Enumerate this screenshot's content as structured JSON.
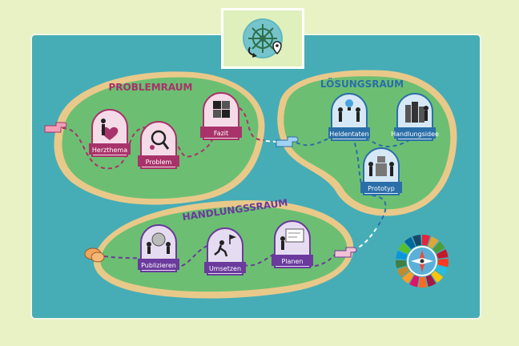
{
  "colors": {
    "background": "#e8f2c4",
    "sea": "#46adb6",
    "island": "#6cbf72",
    "sand": "#e9c98a",
    "problem_accent": "#a8336a",
    "loesung_accent": "#2b6ea8",
    "handlung_accent": "#6a3a9c"
  },
  "header": {
    "icon": "compass-rose-icon"
  },
  "islands": [
    {
      "title": "PROBLEMRAUM",
      "stations": [
        {
          "label": "Herzthema",
          "icon": "heart-person-icon"
        },
        {
          "label": "Problem",
          "icon": "magnifier-icon"
        },
        {
          "label": "Fazit",
          "icon": "puzzle-icon"
        }
      ]
    },
    {
      "title": "LÖSUNGSRAUM",
      "stations": [
        {
          "label": "Heldentaten",
          "icon": "lightbulb-people-icon"
        },
        {
          "label": "Handlungsidee",
          "icon": "city-walker-icon"
        },
        {
          "label": "Prototyp",
          "icon": "robot-people-icon"
        }
      ]
    },
    {
      "title": "HANDLUNGSSRAUM",
      "stations": [
        {
          "label": "Publizieren",
          "icon": "globe-people-icon"
        },
        {
          "label": "Umsetzen",
          "icon": "runner-flag-icon"
        },
        {
          "label": "Planen",
          "icon": "planning-board-icon"
        }
      ]
    }
  ],
  "markers": {
    "start": "pointing-hand-icon",
    "bridge_1": "pointing-hand-icon",
    "bridge_2": "pointing-hand-icon",
    "finish": "clapping-hands-icon",
    "goal_badge": "sdg-wheel-compass-icon"
  }
}
